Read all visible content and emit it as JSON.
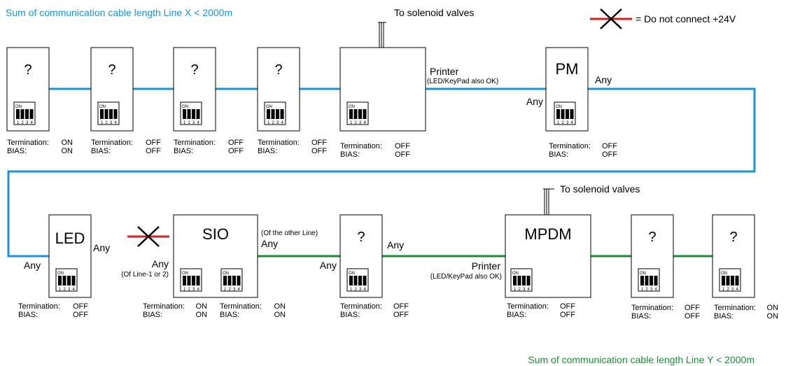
{
  "header": {
    "line_x_note": "Sum of communication cable length Line X < 2000m",
    "line_y_note": "Sum of communication cable length Line Y < 2000m",
    "legend_text": "= Do not connect +24V"
  },
  "colors": {
    "line_x": "#1a94d6",
    "line_y": "#1f8a3a",
    "warning": "#d62020",
    "note_x": "#1a94d6",
    "note_y": "#1f8a3a",
    "switch_gray": "#9a9a9a"
  },
  "labels": {
    "to_solenoid_top": "To solenoid valves",
    "to_solenoid_bottom": "To solenoid valves",
    "printer_top": "Printer",
    "printer_top_sub": "(LED/KeyPad also OK)",
    "printer_bottom": "Printer",
    "printer_bottom_sub": "(LED/KeyPad also OK)",
    "pm_any_right": "Any",
    "pm_any_left": "Any",
    "led_any_left": "Any",
    "led_any_right": "Any",
    "sio_any_left": "Any",
    "sio_any_left_sub": "(Of Line-1 or 2)",
    "sio_other_line": "(Of the other Line)",
    "sio_any_right": "Any",
    "q6_any_left": "Any",
    "q6_any_right": "Any"
  },
  "switch_text": {
    "on": "ON",
    "nums": [
      "1",
      "2",
      "3",
      "4"
    ],
    "termination": "Termination:",
    "bias": "BIAS:"
  },
  "devices": [
    {
      "id": "dev-q1",
      "label": "?",
      "termination": "ON",
      "bias": "ON"
    },
    {
      "id": "dev-q2",
      "label": "?",
      "termination": "OFF",
      "bias": "OFF"
    },
    {
      "id": "dev-q3",
      "label": "?",
      "termination": "OFF",
      "bias": "OFF"
    },
    {
      "id": "dev-q4",
      "label": "?",
      "termination": "OFF",
      "bias": "OFF"
    },
    {
      "id": "dev-printer-box",
      "label": "",
      "termination": "OFF",
      "bias": "OFF"
    },
    {
      "id": "dev-pm",
      "label": "PM",
      "termination": "OFF",
      "bias": "OFF"
    },
    {
      "id": "dev-led",
      "label": "LED",
      "termination": "OFF",
      "bias": "OFF"
    },
    {
      "id": "dev-sio",
      "label": "SIO",
      "termination": "ON",
      "bias": "ON",
      "termination_2": "ON",
      "bias_2": "ON"
    },
    {
      "id": "dev-q5",
      "label": "?",
      "termination": "OFF",
      "bias": "OFF"
    },
    {
      "id": "dev-mpdm",
      "label": "MPDM",
      "termination": "OFF",
      "bias": "OFF"
    },
    {
      "id": "dev-q6",
      "label": "?",
      "termination": "OFF",
      "bias": "OFF"
    },
    {
      "id": "dev-q7",
      "label": "?",
      "termination": "ON",
      "bias": "ON"
    }
  ]
}
